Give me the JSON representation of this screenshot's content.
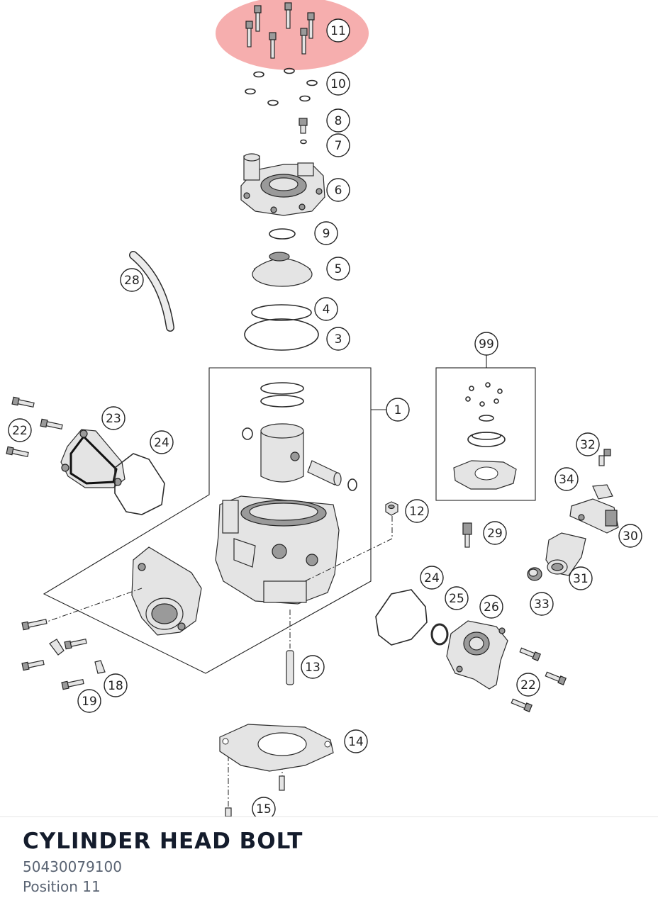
{
  "selected_part": {
    "name": "CYLINDER HEAD BOLT",
    "number": "50430079100",
    "position": "Position 11",
    "highlight_color": "#f4a0a0"
  },
  "callouts": [
    "1",
    "3",
    "4",
    "5",
    "6",
    "7",
    "8",
    "9",
    "10",
    "11",
    "12",
    "13",
    "14",
    "15",
    "18",
    "19",
    "22",
    "22",
    "23",
    "24",
    "24",
    "25",
    "26",
    "28",
    "29",
    "30",
    "31",
    "32",
    "33",
    "34",
    "99"
  ]
}
